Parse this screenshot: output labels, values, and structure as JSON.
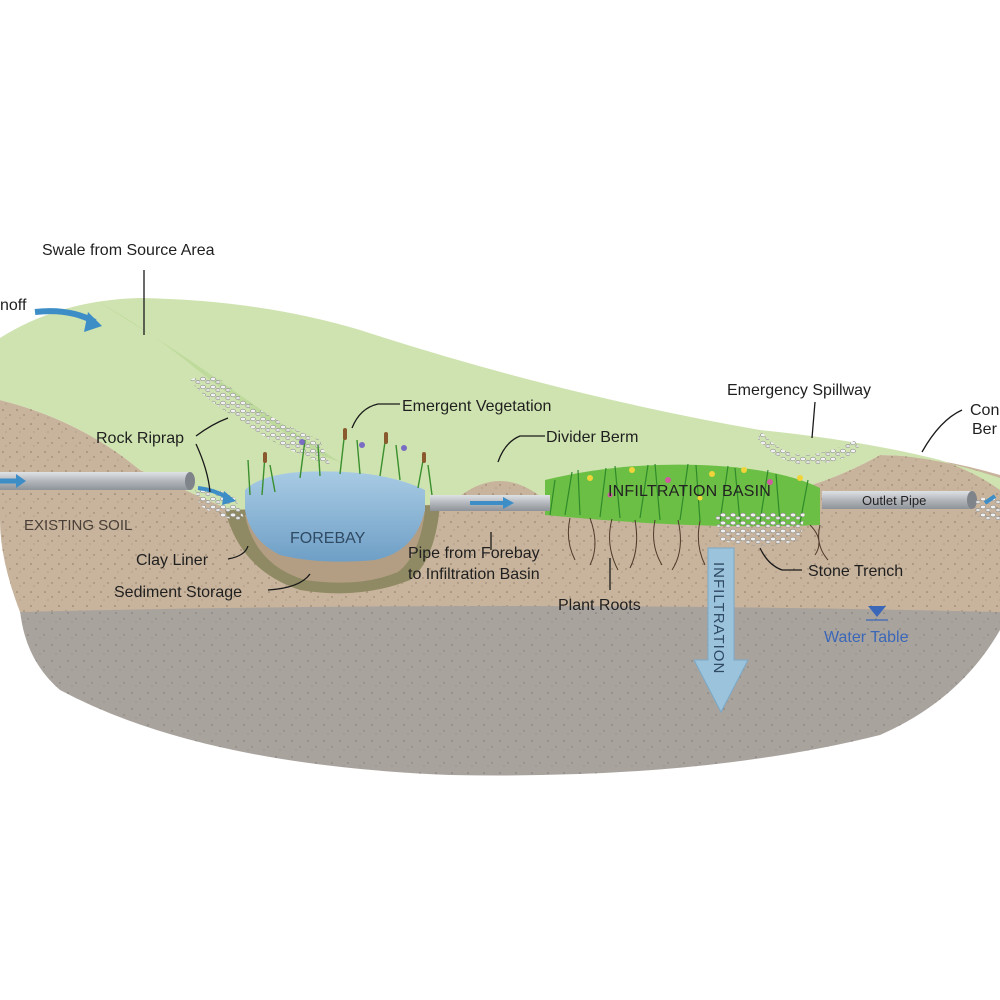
{
  "labels": {
    "runoff": "noff",
    "swale": "Swale from Source Area",
    "emergent_vegetation": "Emergent Vegetation",
    "rock_riprap": "Rock Riprap",
    "divider_berm": "Divider Berm",
    "emergency_spillway": "Emergency Spillway",
    "containment_berm_line1": "Con",
    "containment_berm_line2": "Ber",
    "infiltration_basin": "INFILTRATION BASIN",
    "outlet_pipe": "Outlet Pipe",
    "existing_soil": "EXISTING SOIL",
    "forebay": "FOREBAY",
    "clay_liner": "Clay Liner",
    "sediment_storage": "Sediment Storage",
    "pipe_from_forebay_line1": "Pipe from Forebay",
    "pipe_from_forebay_line2": "to Infiltration Basin",
    "plant_roots": "Plant Roots",
    "stone_trench": "Stone Trench",
    "infiltration": "INFILTRATION",
    "water_table": "Water Table"
  },
  "colors": {
    "grass": "#cfe3b0",
    "grass_dark": "#b9d897",
    "soil": "#c8b49c",
    "subsoil": "#a9a39e",
    "water": "#8fb9d9",
    "pipe": "#b9bcc0",
    "flow_arrow": "#3d8dc7",
    "water_table": "#3a67b8"
  }
}
